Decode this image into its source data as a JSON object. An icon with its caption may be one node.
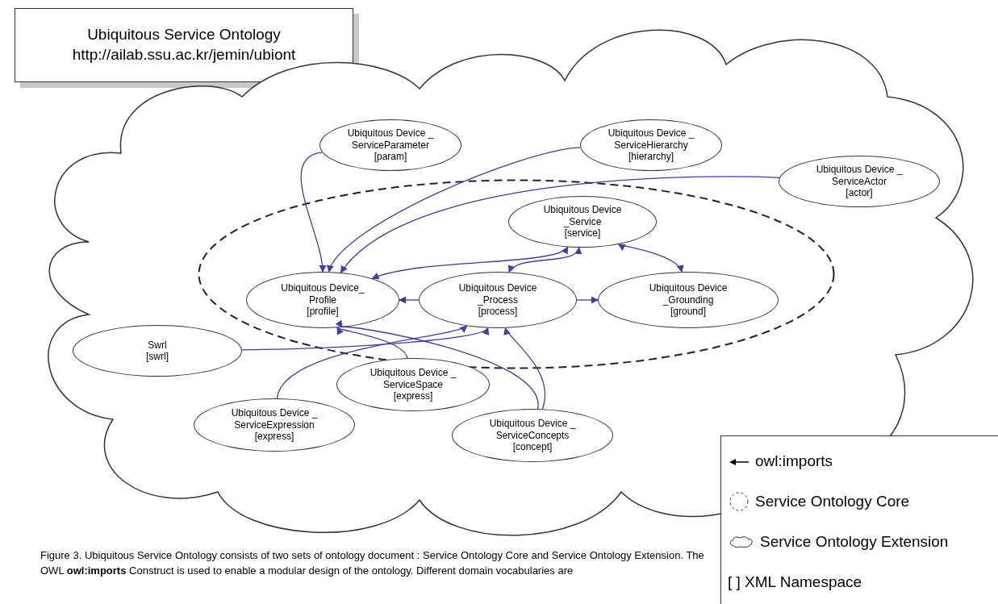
{
  "diagram": {
    "title": "Ubiquitous Service Ontology",
    "caption": "Figure 3. Ubiquitous Service Ontology consists of two sets of ontology document : Service Ontology Core and Service Ontology Extension. The OWL **owl:imports** Construct is used to enable a modular design of the ontology. Different domain vocabularies are",
    "nodes": [
      {
        "text": [],
        "shape": "cloud"
      },
      {
        "text": [],
        "shape": "circle",
        "in": 0
      },
      {
        "text": [
          "Ubiquitous Device _ ServiceParameter",
          "[param]"
        ],
        "in": 0
      },
      {
        "text": [
          "Ubiquitous Device _ ServiceHierarchy",
          "[hierarchy]"
        ],
        "in": 0
      },
      {
        "text": [
          "Ubiquitous Device _ ServiceActor",
          "[actor]"
        ],
        "in": 0
      },
      {
        "text": [
          "Ubiquitous Device _Service",
          "[service]"
        ],
        "in": 1
      },
      {
        "text": [
          "Ubiquitous Device_ Profile",
          "[profile]"
        ],
        "in": 1
      },
      {
        "text": [
          "Ubiquitous Device _Process",
          "[process]"
        ],
        "in": 1
      },
      {
        "text": [
          "Ubiquitous Device _Grounding",
          "[ground]"
        ],
        "in": 1
      },
      {
        "text": [
          "Swrl",
          "[swrl]"
        ],
        "in": 0
      },
      {
        "text": [
          "Ubiquitous Device _ ServiceSpace",
          "[express]"
        ],
        "in": 0
      },
      {
        "text": [
          "Ubiquitous Device _ ServiceExpression",
          "[express]"
        ],
        "in": 0
      },
      {
        "text": [
          "Ubiquitous Device _ ServiceConcepts",
          "[concept]"
        ],
        "in": 0
      }
    ],
    "edges": [
      {
        "from": 2,
        "to": 6,
        "arrow": "to"
      },
      {
        "from": 3,
        "to": 6,
        "arrow": "to"
      },
      {
        "from": 4,
        "to": 6,
        "arrow": "to"
      },
      {
        "from": 6,
        "to": 5,
        "arrow": "both"
      },
      {
        "from": 7,
        "to": 5,
        "arrow": "both"
      },
      {
        "from": 5,
        "to": 8,
        "arrow": "both"
      },
      {
        "from": 7,
        "to": 6,
        "arrow": "to"
      },
      {
        "from": 7,
        "to": 8,
        "arrow": "to"
      },
      {
        "from": 9,
        "to": 7,
        "arrow": "to"
      },
      {
        "from": 11,
        "to": 7,
        "arrow": "to"
      },
      {
        "from": 10,
        "to": 6,
        "arrow": "to"
      },
      {
        "from": 12,
        "to": 7,
        "arrow": "to"
      },
      {
        "from": 12,
        "to": 6,
        "arrow": "to"
      }
    ],
    "labels": [
      "http://ailab.ssu.ac.kr/jemin/ubiont"
    ],
    "legend": [
      {
        "text": "owl:imports"
      },
      {
        "text": "Service Ontology Core"
      },
      {
        "text": "Service Ontology Extension"
      },
      {
        "text": "[ ] XML Namespace"
      }
    ]
  }
}
